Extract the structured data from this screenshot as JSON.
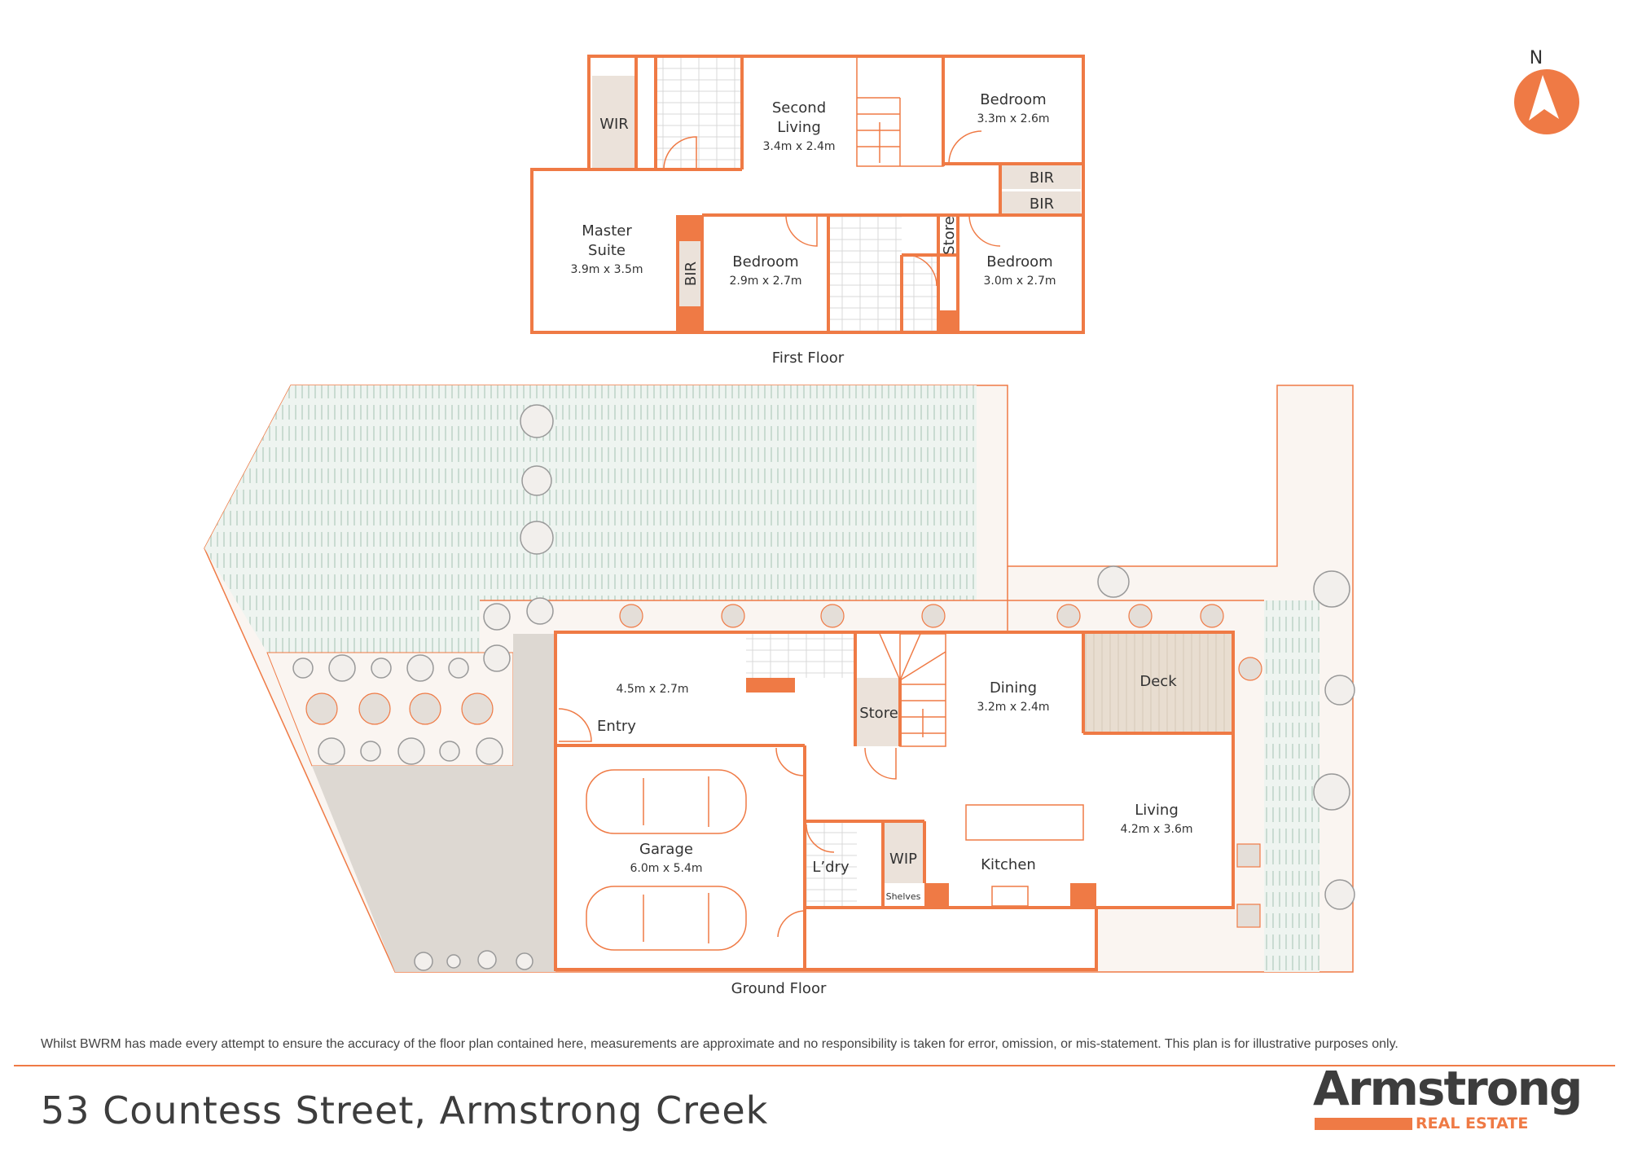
{
  "colors": {
    "accent": "#ef7a45",
    "lawn": "#dfe9e3",
    "paving": "#faf5f1",
    "concrete": "#ddd8d2",
    "robe": "#ebe2da",
    "text": "#3d3d3d"
  },
  "compass": {
    "label": "N",
    "icon": "north-arrow-icon"
  },
  "first_floor": {
    "title": "First Floor",
    "rooms": {
      "wir": "WIR",
      "second_living": {
        "name_1": "Second",
        "name_2": "Living",
        "dims": "3.4m x 2.4m"
      },
      "bedroom_ne": {
        "name": "Bedroom",
        "dims": "3.3m x 2.6m"
      },
      "bir_1": "BIR",
      "bir_2": "BIR",
      "master": {
        "name_1": "Master",
        "name_2": "Suite",
        "dims": "3.9m x 3.5m"
      },
      "bir_master": "BIR",
      "bedroom_mid": {
        "name": "Bedroom",
        "dims": "2.9m x 2.7m"
      },
      "store": "Store",
      "bedroom_se": {
        "name": "Bedroom",
        "dims": "3.0m x 2.7m"
      }
    }
  },
  "ground_floor": {
    "title": "Ground Floor",
    "rooms": {
      "entry": {
        "name": "Entry",
        "dims": "4.5m x 2.7m"
      },
      "store": "Store",
      "dining": {
        "name": "Dining",
        "dims": "3.2m x 2.4m"
      },
      "deck": "Deck",
      "living": {
        "name": "Living",
        "dims": "4.2m x 3.6m"
      },
      "kitchen": "Kitchen",
      "wip": "WIP",
      "laundry": "L’dry",
      "shelves": "Shelves",
      "garage": {
        "name": "Garage",
        "dims": "6.0m x 5.4m"
      }
    }
  },
  "disclaimer": "Whilst BWRM  has made every attempt to ensure the accuracy of the floor plan contained here, measurements are approximate and no responsibility is taken for error, omission, or mis-statement. This plan is for illustrative purposes only.",
  "address": "53 Countess Street, Armstrong Creek",
  "logo": {
    "name": "Armstrong",
    "tagline": "REAL ESTATE"
  }
}
